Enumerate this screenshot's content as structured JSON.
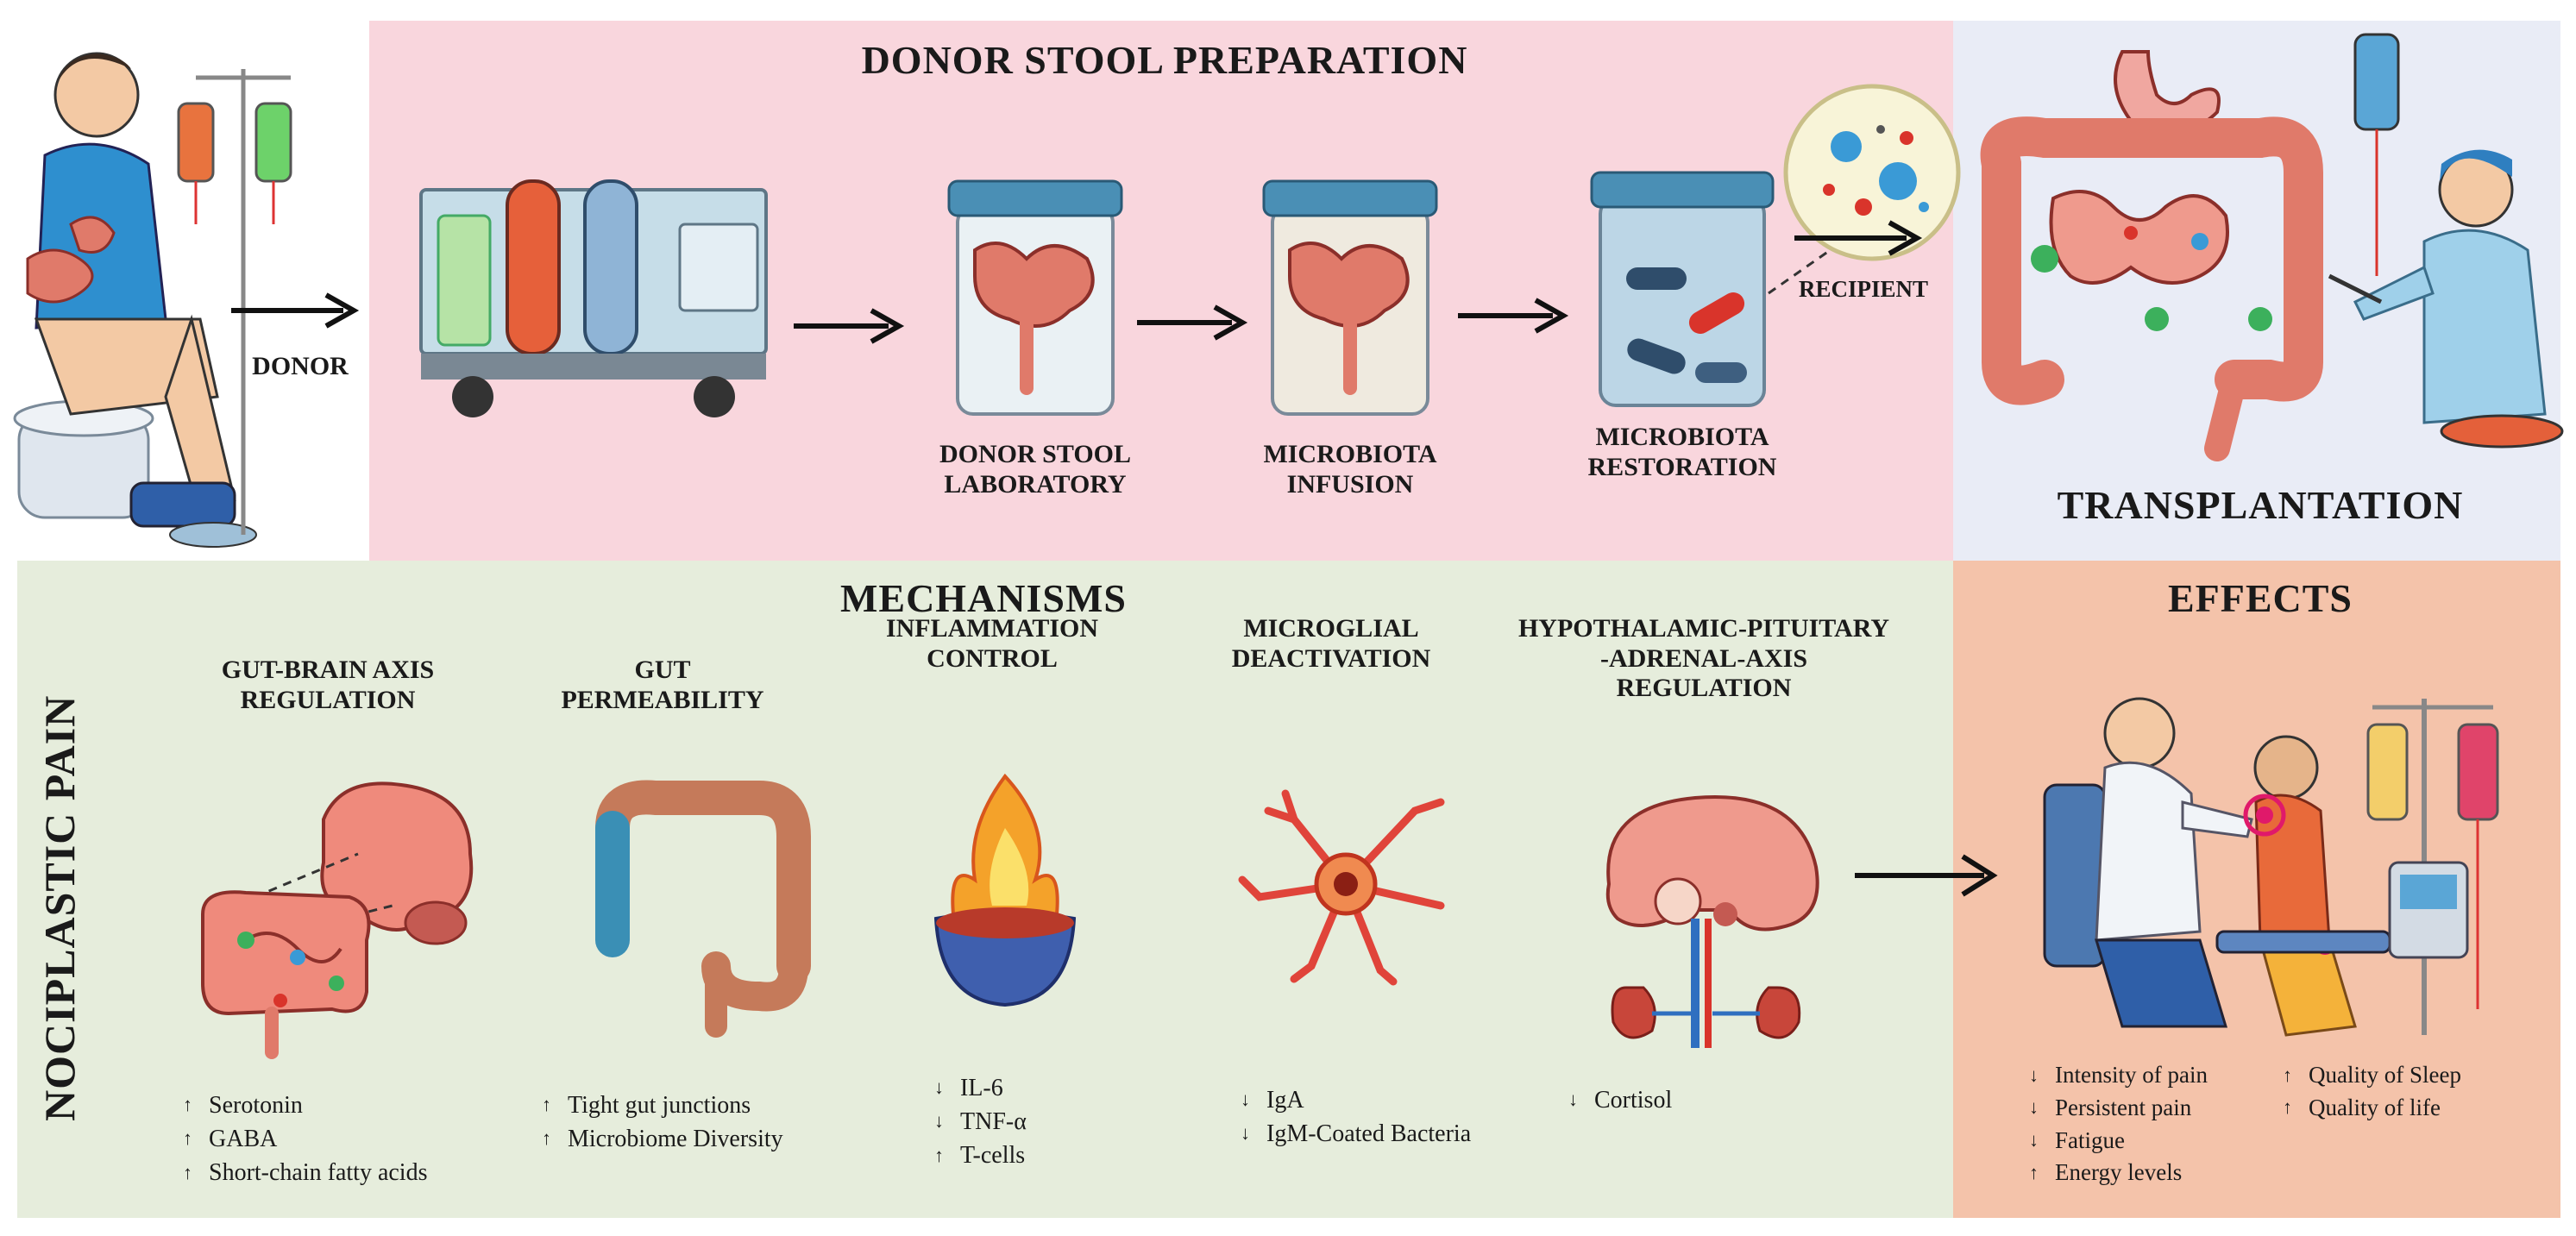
{
  "sections": {
    "preparation": "DONOR STOOL PREPARATION",
    "transplantation": "TRANSPLANTATION",
    "mechanisms": "MECHANISMS",
    "effects": "EFFECTS",
    "side_label": "NOCIPLASTIC PAIN"
  },
  "flow": {
    "donor": "DONOR",
    "recipient": "RECIPIENT",
    "lab": [
      "DONOR STOOL",
      "LABORATORY"
    ],
    "infusion": [
      "MICROBIOTA",
      "INFUSION"
    ],
    "restoration": [
      "MICROBIOTA",
      "RESTORATION"
    ]
  },
  "mechanisms": [
    {
      "title": [
        "GUT-BRAIN AXIS",
        "REGULATION"
      ],
      "icon": "brain-gut-icon",
      "items": [
        {
          "dir": "up",
          "text": "Serotonin"
        },
        {
          "dir": "up",
          "text": "GABA"
        },
        {
          "dir": "up",
          "text": "Short-chain fatty acids"
        }
      ]
    },
    {
      "title": [
        "GUT",
        "PERMEABILITY"
      ],
      "icon": "intestine-icon",
      "items": [
        {
          "dir": "up",
          "text": "Tight gut junctions"
        },
        {
          "dir": "up",
          "text": "Microbiome Diversity"
        }
      ]
    },
    {
      "title": [
        "INFLAMMATION",
        "CONTROL"
      ],
      "icon": "flame-bowl-icon",
      "items": [
        {
          "dir": "down",
          "text": "IL-6"
        },
        {
          "dir": "down",
          "text": "TNF-α"
        },
        {
          "dir": "up",
          "text": "T-cells"
        }
      ]
    },
    {
      "title": [
        "MICROGLIAL",
        "DEACTIVATION"
      ],
      "icon": "microglia-icon",
      "items": [
        {
          "dir": "down",
          "text": "IgA"
        },
        {
          "dir": "down",
          "text": "IgM-Coated Bacteria"
        }
      ]
    },
    {
      "title": [
        "HYPOTHALAMIC-PITUITARY",
        "-ADRENAL-AXIS",
        "REGULATION"
      ],
      "icon": "hpa-axis-icon",
      "items": [
        {
          "dir": "down",
          "text": "Cortisol"
        }
      ]
    }
  ],
  "effects": {
    "left": [
      {
        "dir": "down",
        "text": "Intensity of pain"
      },
      {
        "dir": "down",
        "text": "Persistent pain"
      },
      {
        "dir": "down",
        "text": "Fatigue"
      },
      {
        "dir": "up",
        "text": "Energy levels"
      }
    ],
    "right": [
      {
        "dir": "up",
        "text": "Quality of Sleep"
      },
      {
        "dir": "up",
        "text": "Quality of life"
      }
    ]
  },
  "arrow_glyphs": {
    "up": "↑",
    "down": "↓"
  },
  "colors": {
    "prep_bg": "#f9d6dd",
    "trans_bg": "#e9ecf6",
    "mech_bg": "#e6eddc",
    "effects_bg": "#f4c3aa",
    "gut": "#e07a6a",
    "jar_lid": "#4a8fb5",
    "iv_red": "#e0443a",
    "iv_green": "#5cc85a"
  }
}
